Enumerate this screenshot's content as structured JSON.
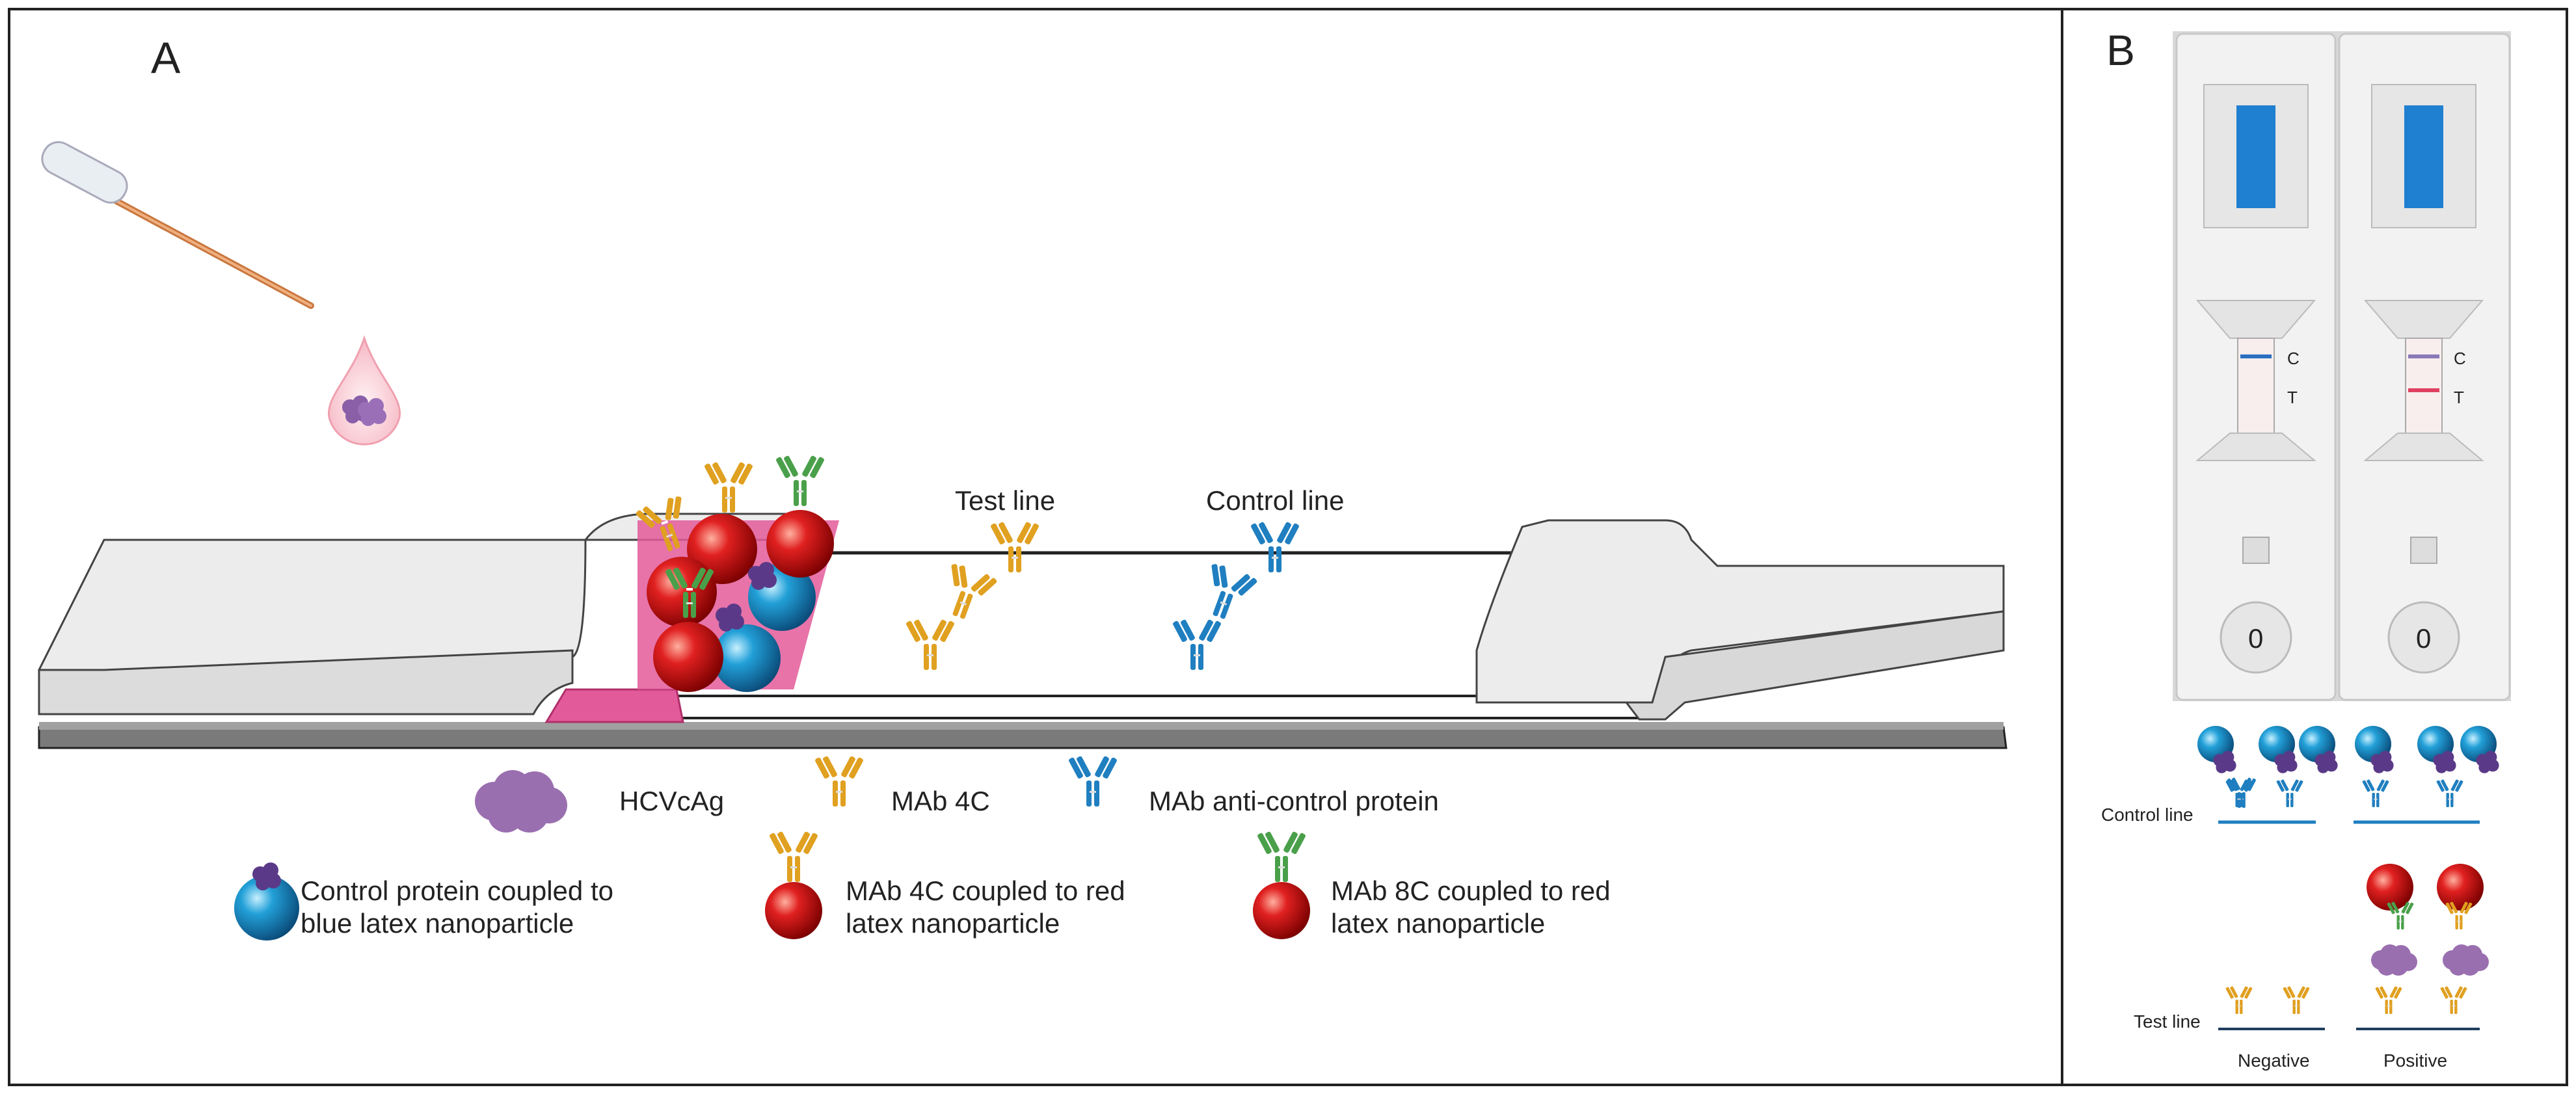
{
  "panel_a": {
    "label": "A",
    "test_line_label": "Test line",
    "control_line_label": "Control line",
    "legend": {
      "hcvcag": "HCVcAg",
      "mab_4c": "MAb 4C",
      "mab_anti_control": "MAb anti-control protein",
      "control_protein_line1": "Control protein coupled to",
      "control_protein_line2": "blue latex nanoparticle",
      "mab4c_coupled_line1": "MAb 4C coupled to red",
      "mab4c_coupled_line2": "latex nanoparticle",
      "mab8c_coupled_line1": "MAb 8C coupled to red",
      "mab8c_coupled_line2": "latex nanoparticle"
    }
  },
  "panel_b": {
    "label": "B",
    "cassette_marks": [
      "C",
      "T"
    ],
    "cassette_well": "0",
    "control_line_label": "Control line",
    "test_line_label": "Test line",
    "negative_label": "Negative",
    "positive_label": "Positive"
  },
  "colors": {
    "mab_4c": "#e0a020",
    "mab_8c": "#4aa04a",
    "mab_anti_control": "#1f7fc0",
    "red_particle": "#d81818",
    "blue_particle": "#1a90c8",
    "hcvcag": "#9a6fb0",
    "conjugate_pad": "#e35a9a",
    "cassette_window": "#1f7fd0"
  }
}
